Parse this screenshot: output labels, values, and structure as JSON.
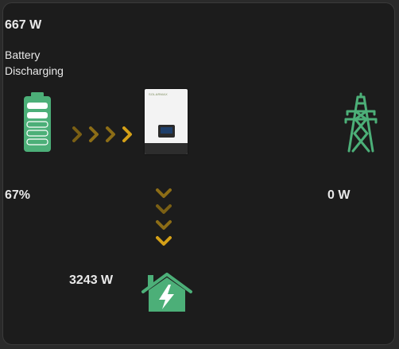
{
  "battery": {
    "power": "667 W",
    "status_line1": "Battery",
    "status_line2": "Discharging",
    "soc": "67%",
    "icon": "battery-icon"
  },
  "inverter": {
    "brand": "SOLARMAX",
    "icon": "inverter-icon"
  },
  "grid": {
    "power": "0 W",
    "icon": "transmission-tower-icon"
  },
  "home": {
    "power": "3243 W",
    "icon": "home-lightning-icon"
  },
  "flows": {
    "battery_to_inverter": "chevron-right-icon",
    "inverter_to_home": "chevron-down-icon"
  },
  "colors": {
    "green": "#4caf78",
    "flow": "#d4a017",
    "background": "#1c1c1c",
    "text": "#e9e9e9"
  }
}
